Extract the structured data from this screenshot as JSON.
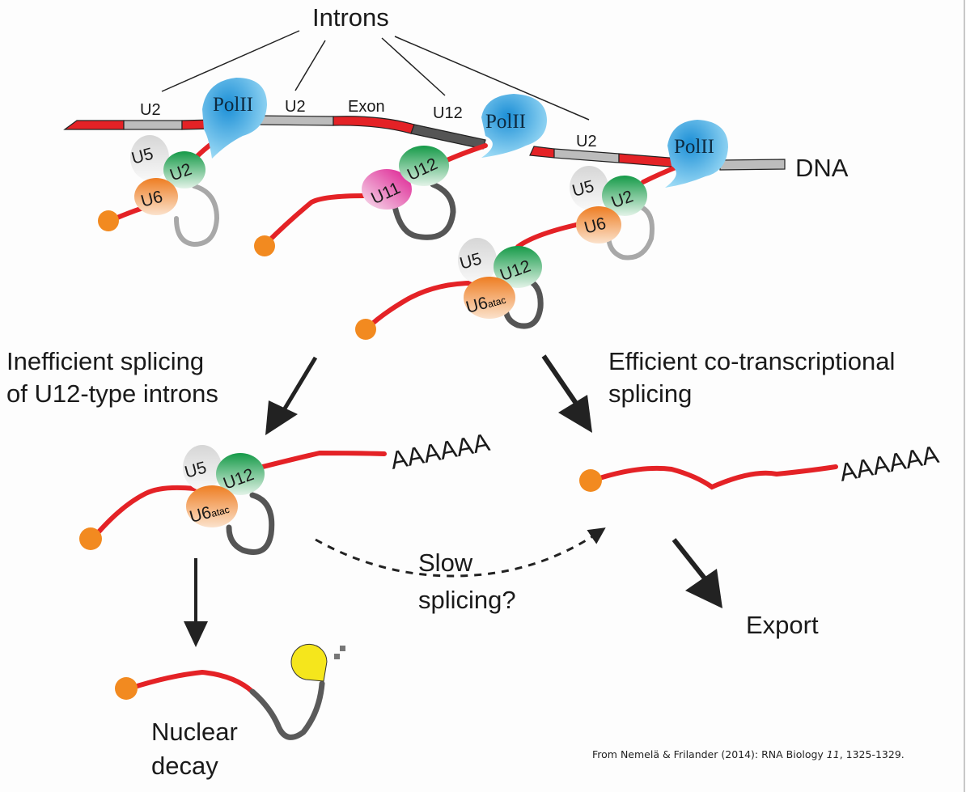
{
  "labels": {
    "introns": "Introns",
    "dna": "DNA",
    "exon": "Exon",
    "intron_types": [
      "U2",
      "U2",
      "U12",
      "U2"
    ],
    "polymerase": "PolII",
    "inefficient_line1": "Inefficient splicing",
    "inefficient_line2": "of U12-type introns",
    "efficient_line1": "Efficient co-transcriptional",
    "efficient_line2": "splicing",
    "polya": "AAAAAA",
    "slow_line1": "Slow",
    "slow_line2": "splicing?",
    "export": "Export",
    "decay_line1": "Nuclear",
    "decay_line2": "decay"
  },
  "snrnps": {
    "u5": "U5",
    "u2": "U2",
    "u6": "U6",
    "u11": "U11",
    "u12": "U12",
    "u6atac_main": "U6",
    "u6atac_sub": "atac"
  },
  "colors": {
    "exon": "#e42226",
    "u2_intron": "#bcbcbc",
    "u12_intron": "#555555",
    "polII": "#2ea6de",
    "u2_snrnp": "#1b9a4c",
    "u5_snrnp": "#e4e4e4",
    "u6_snrnp": "#f08a32",
    "u11_snrnp": "#e0289a",
    "cap": "#f28a20",
    "exonuclease": "#f5e61c"
  },
  "citation": {
    "prefix": "From Nemelä & Frilander (2014): RNA Biology ",
    "volume": "11",
    "suffix": ", 1325-1329."
  }
}
